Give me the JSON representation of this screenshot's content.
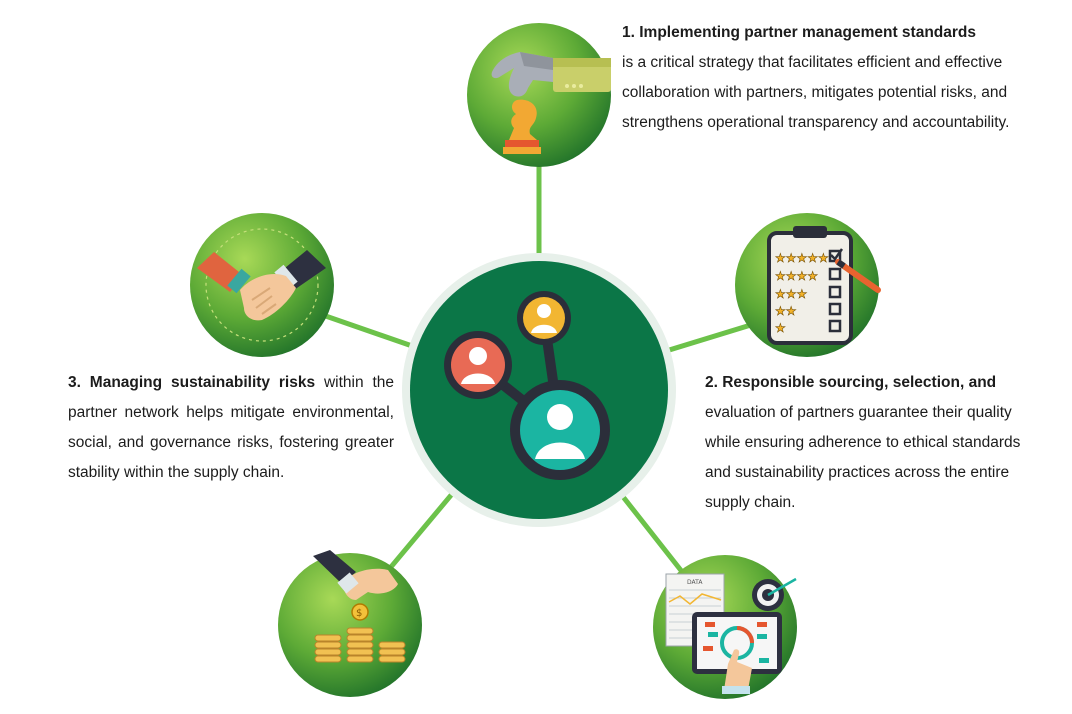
{
  "colors": {
    "center_fill": "#0b7647",
    "center_ring": "#e7f0ea",
    "spoke": "#6cc24a",
    "bubble_light": "#9ed24f",
    "bubble_dark": "#1f7a2c",
    "person_red": "#e86a55",
    "person_yellow": "#f2b632",
    "person_teal": "#1bb5a2",
    "node_ring": "#2b2e3a"
  },
  "icons": {
    "top": "chess-knight-hand-icon",
    "left": "handshake-icon",
    "right": "rating-checklist-icon",
    "bottom_left": "coins-hand-icon",
    "bottom_right": "data-dashboard-target-icon",
    "center": "partner-network-icon"
  },
  "blocks": {
    "b1": {
      "lead": "1. Implementing partner management standards",
      "body": "is a critical strategy that facilitates efficient and effective collaboration with partners, mitigates potential risks, and strengthens operational transparency and accountability."
    },
    "b2": {
      "lead": "2. Responsible sourcing, selection, and",
      "body": "evaluation of partners guarantee their quality while ensuring adherence to ethical standards and sustainability practices across the entire supply chain."
    },
    "b3": {
      "lead": "3. Managing sustainability risks",
      "body": "within the partner network helps mitigate environmental, social, and governance risks, fostering greater stability within the supply chain."
    }
  },
  "icon_texts": {
    "data_sheet_title": "DATA"
  }
}
